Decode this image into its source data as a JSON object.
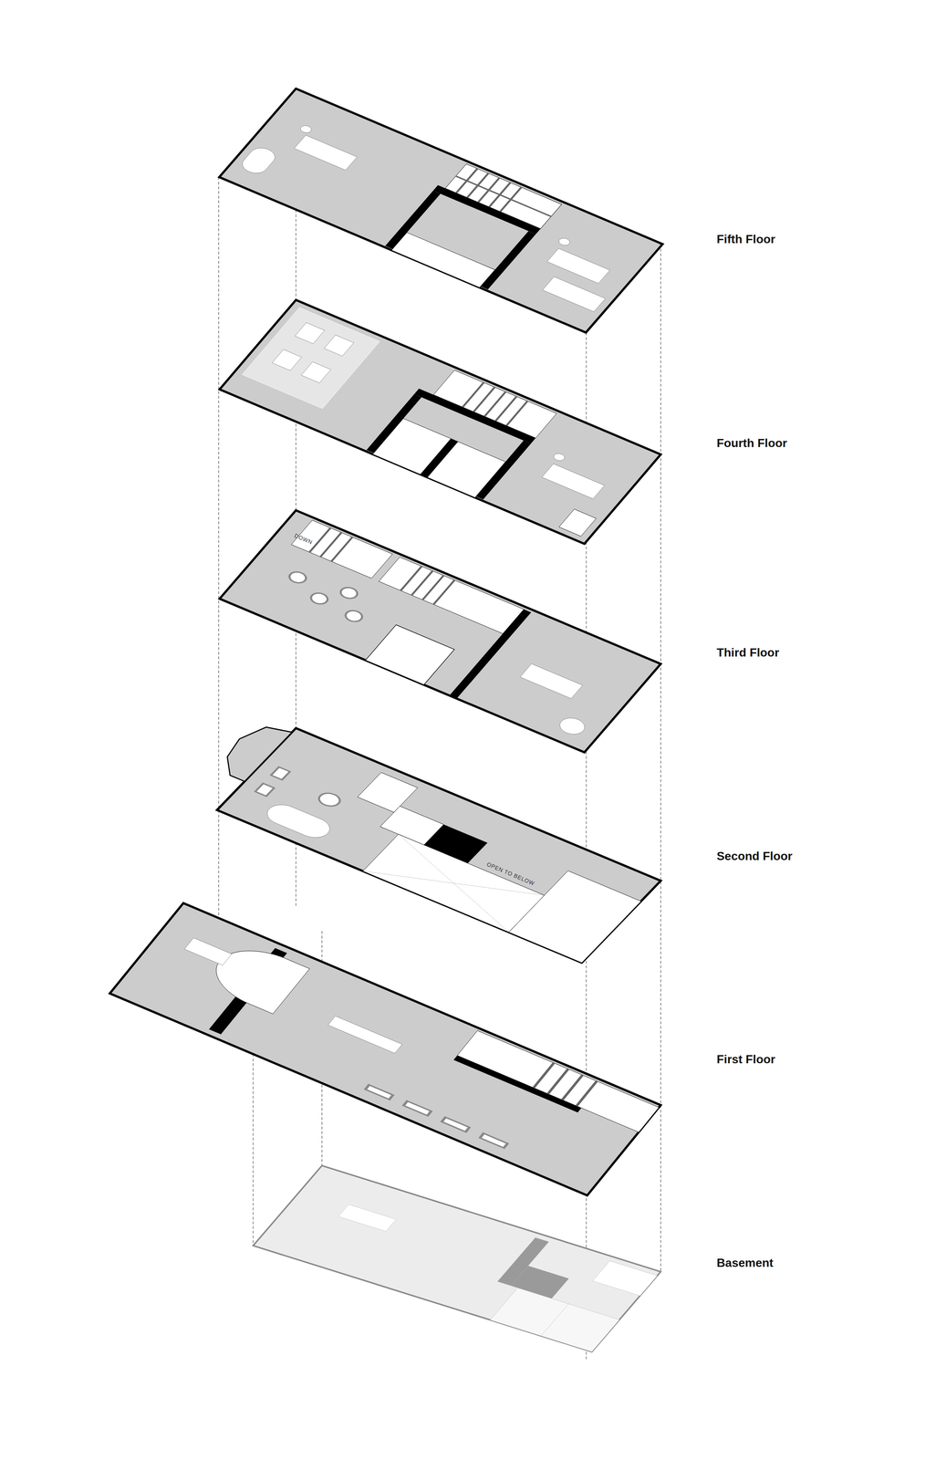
{
  "diagram": {
    "labels": [
      "Fifth Floor",
      "Fourth Floor",
      "Third Floor",
      "Second Floor",
      "First Floor",
      "Basement",
      "OPEN TO BELOW",
      "DOWN"
    ]
  }
}
